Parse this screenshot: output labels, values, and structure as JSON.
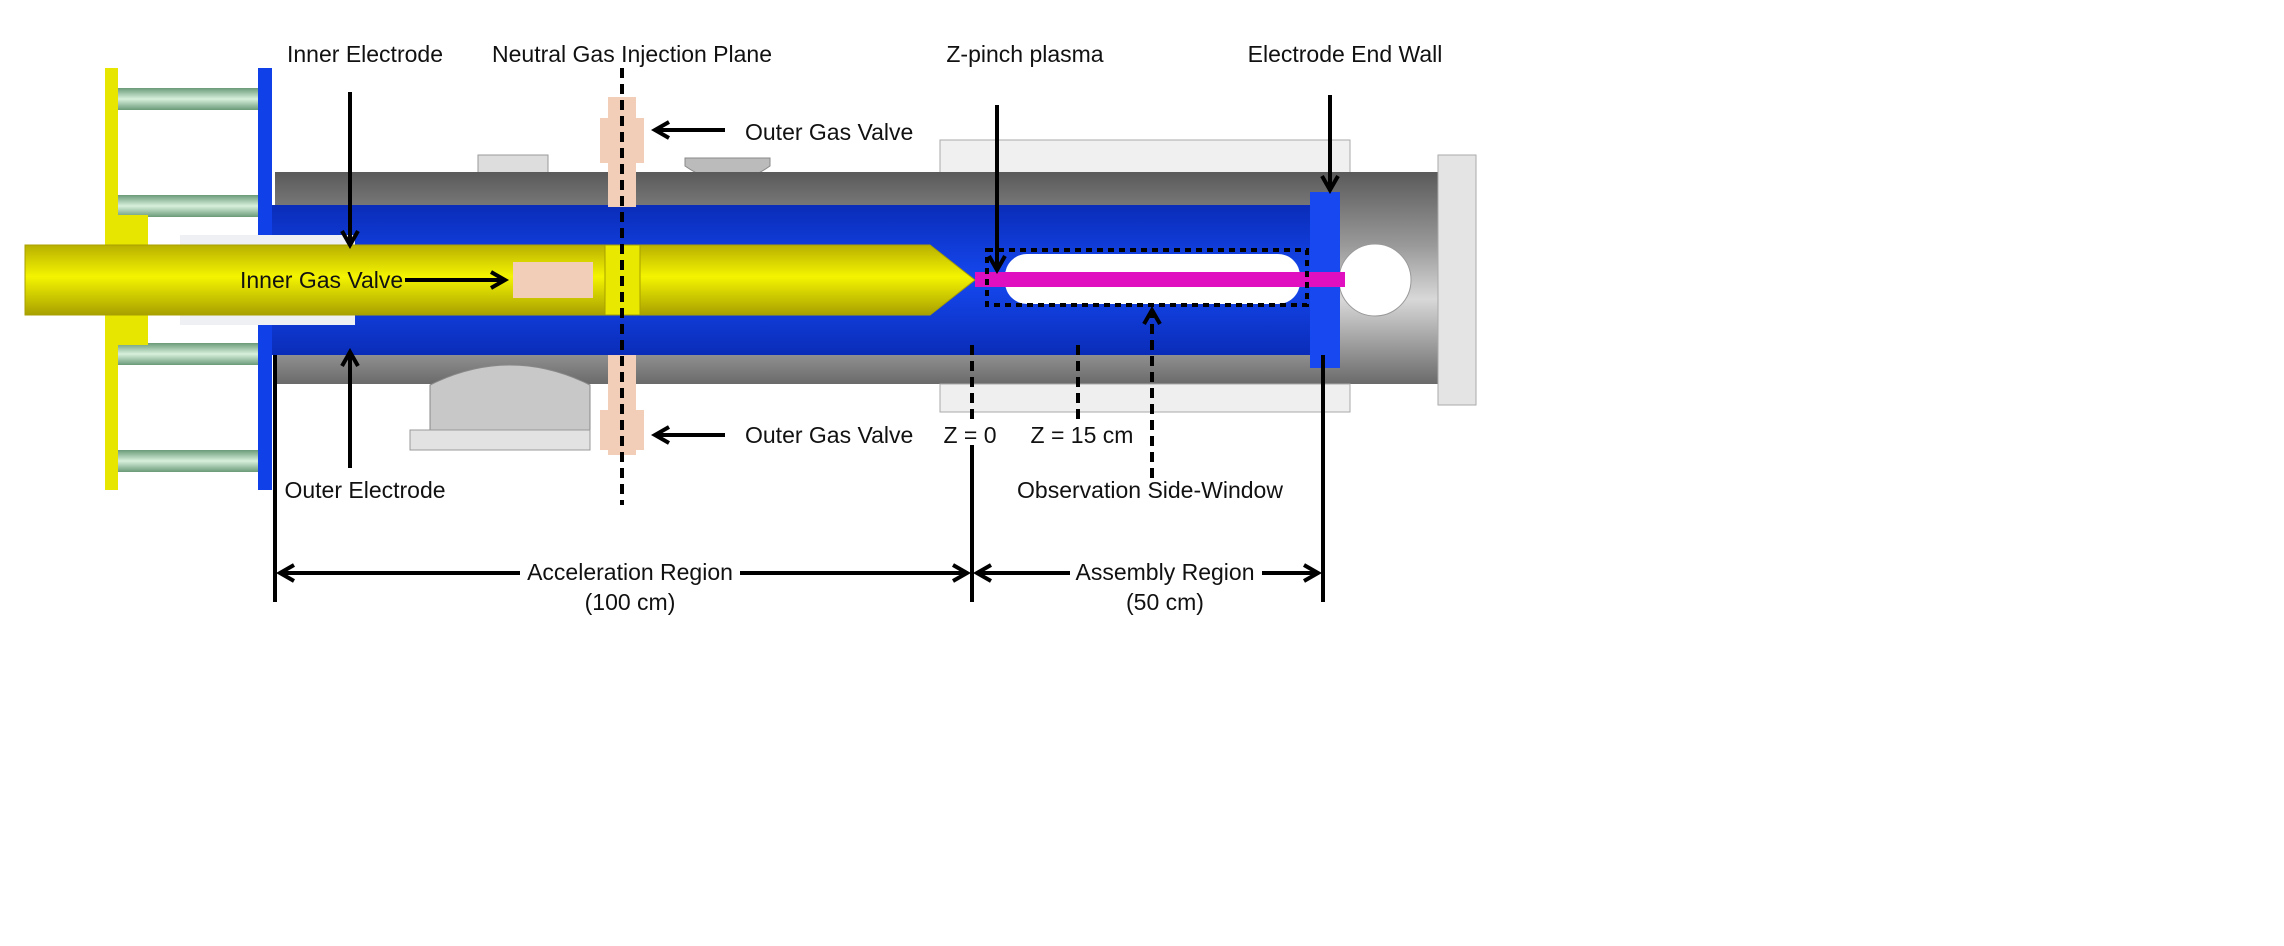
{
  "labels": {
    "inner_electrode": "Inner Electrode",
    "neutral_gas_plane": "Neutral Gas Injection Plane",
    "z_pinch_plasma": "Z-pinch plasma",
    "electrode_end_wall": "Electrode End Wall",
    "outer_gas_valve_top": "Outer Gas Valve",
    "outer_gas_valve_bottom": "Outer Gas Valve",
    "inner_gas_valve": "Inner Gas Valve",
    "outer_electrode": "Outer Electrode",
    "z0": "Z = 0",
    "z15": "Z = 15 cm",
    "observation_window": "Observation Side-Window",
    "acceleration_region": "Acceleration Region",
    "acceleration_length": "(100 cm)",
    "assembly_region": "Assembly Region",
    "assembly_length": "(50 cm)"
  },
  "colors": {
    "inner_electrode": "#d9d900",
    "outer_electrode": "#1030d8",
    "plasma": "#e010c0",
    "vacuum_chamber": "#8a8a8a",
    "gas_valve": "#f2cdb8",
    "insulator_rods": "#9fcfa8"
  }
}
